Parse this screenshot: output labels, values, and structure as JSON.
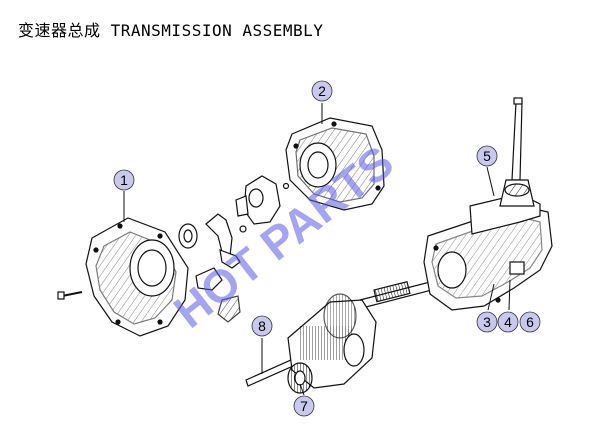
{
  "header": {
    "title": "变速器总成 TRANSMISSION ASSEMBLY"
  },
  "watermark": {
    "text": "HOT PARTS",
    "color": "#5a5ae6"
  },
  "callouts": [
    {
      "id": "1",
      "label": "1"
    },
    {
      "id": "2",
      "label": "2"
    },
    {
      "id": "3",
      "label": "3"
    },
    {
      "id": "4",
      "label": "4"
    },
    {
      "id": "5",
      "label": "5"
    },
    {
      "id": "6",
      "label": "6"
    },
    {
      "id": "7",
      "label": "7"
    },
    {
      "id": "8",
      "label": "8"
    }
  ],
  "parts": [
    {
      "name": "clutch-housing-part"
    },
    {
      "name": "front-case-part"
    },
    {
      "name": "release-bearing-part"
    },
    {
      "name": "release-fork-part"
    },
    {
      "name": "bearing-retainer-part"
    },
    {
      "name": "gear-train-part"
    },
    {
      "name": "transmission-main-part"
    },
    {
      "name": "shift-lever-part"
    }
  ],
  "colors": {
    "line": "#111111",
    "callout_fill": "#c9c9ef",
    "callout_stroke": "#333333"
  }
}
